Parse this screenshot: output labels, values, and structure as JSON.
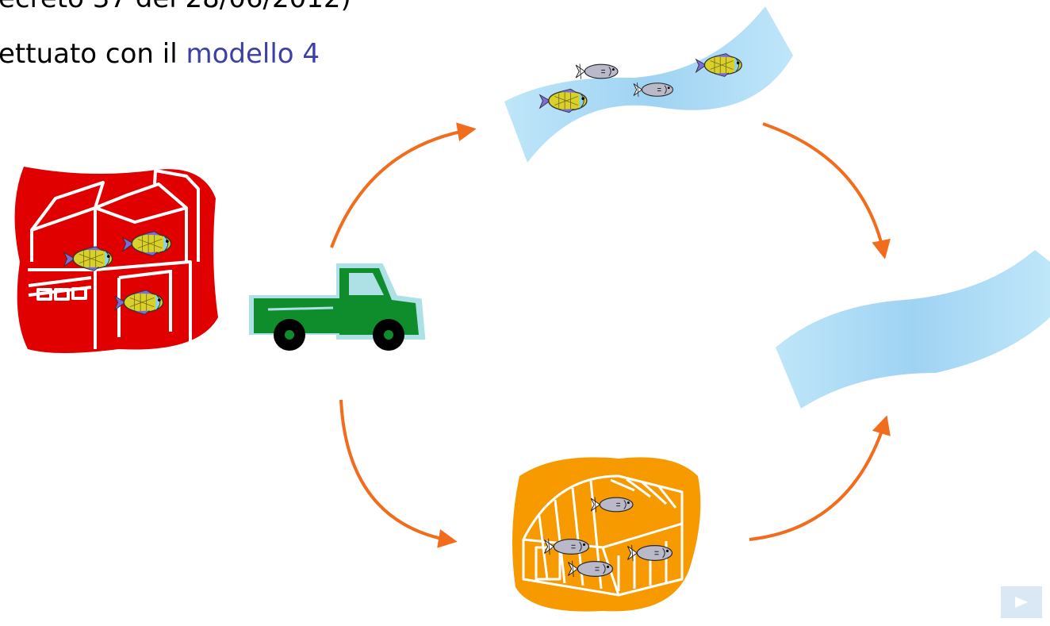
{
  "text": {
    "line1": "ecreto 37 del 28/06/2012)",
    "line2_prefix": "ettuato con il ",
    "line2_link": "modello 4"
  },
  "colors": {
    "arrow": "#f26c1d",
    "barn_bg": "#e00000",
    "greenhouse_bg": "#f79a00",
    "truck": "#0f8c2c",
    "river": "#a8d8f5"
  },
  "icons": [
    "barn-icon",
    "truck-icon",
    "river-icon",
    "greenhouse-icon",
    "fish-icon",
    "next-arrow-icon"
  ]
}
